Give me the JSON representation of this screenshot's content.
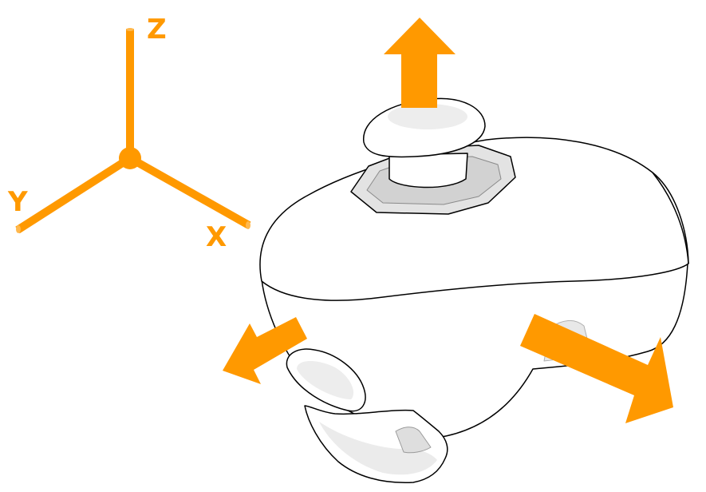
{
  "axes": {
    "z_label": "Z",
    "y_label": "Y",
    "x_label": "X",
    "color": "#FF9900"
  },
  "arrows": {
    "color": "#FF9900",
    "items": [
      {
        "name": "arrow-up",
        "direction": "up"
      },
      {
        "name": "arrow-left",
        "direction": "down-left"
      },
      {
        "name": "arrow-right",
        "direction": "down-right"
      }
    ]
  },
  "controller": {
    "body_fill": "#FFFFFF",
    "outline": "#000000",
    "recess_fill": "#E3E3E3",
    "shade_fill": "#EFEFEF"
  }
}
